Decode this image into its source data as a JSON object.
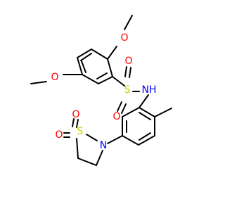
{
  "molecule": {
    "atoms": [
      {
        "element": "O",
        "label": "O",
        "color": "#ff0000"
      },
      {
        "element": "O",
        "label": "O",
        "color": "#ff0000"
      },
      {
        "element": "S",
        "label": "S",
        "color": "#cccc00"
      },
      {
        "element": "O",
        "label": "O",
        "color": "#ff0000"
      },
      {
        "element": "O",
        "label": "O",
        "color": "#ff0000"
      },
      {
        "element": "N",
        "label": "NH",
        "color": "#0000ff"
      },
      {
        "element": "S",
        "label": "S",
        "color": "#cccc00"
      },
      {
        "element": "O",
        "label": "O",
        "color": "#ff0000"
      },
      {
        "element": "O",
        "label": "O",
        "color": "#ff0000"
      },
      {
        "element": "N",
        "label": "N",
        "color": "#0000ff"
      }
    ]
  },
  "colors": {
    "bond": "#000000",
    "oxygen": "#ff0000",
    "nitrogen": "#0000ff",
    "sulfur": "#cccc00",
    "background": "#ffffff"
  }
}
